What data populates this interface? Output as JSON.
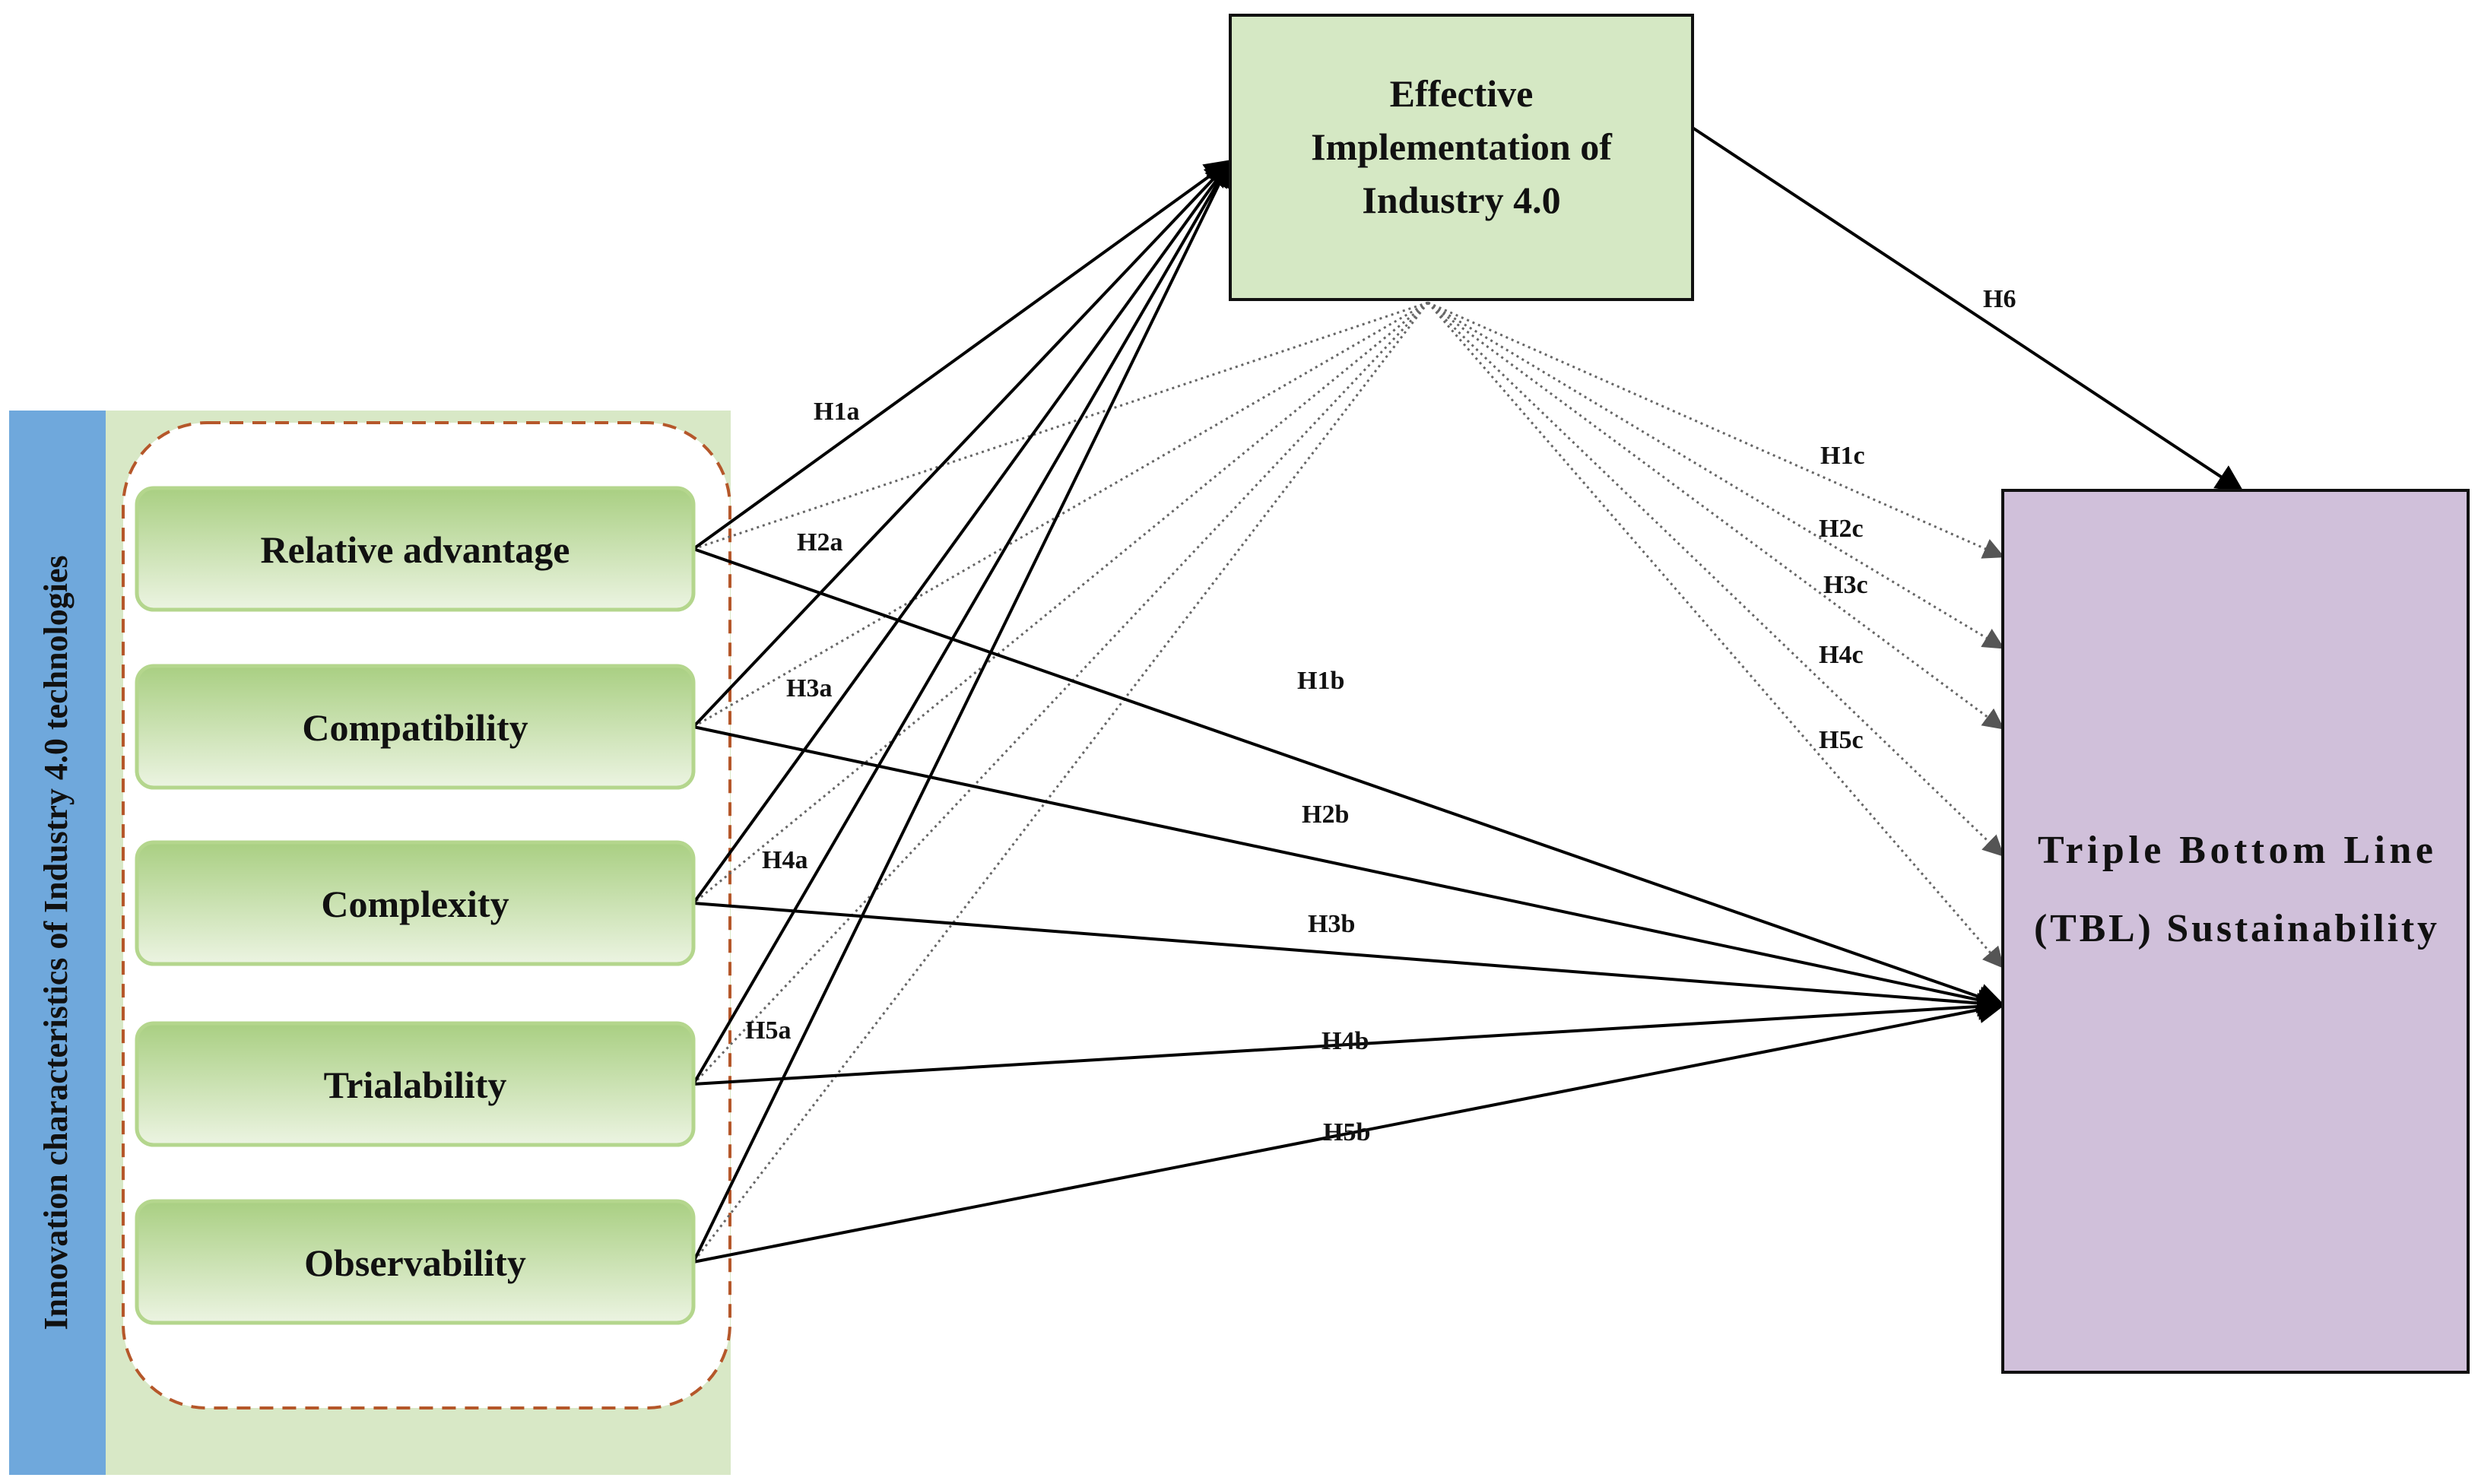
{
  "side_label": "Innovation characteristics of Industry 4.0 technologies",
  "characteristics": [
    {
      "key": "ra",
      "label": "Relative advantage"
    },
    {
      "key": "cp",
      "label": "Compatibility"
    },
    {
      "key": "cx",
      "label": "Complexity"
    },
    {
      "key": "tr",
      "label": "Trialability"
    },
    {
      "key": "ob",
      "label": "Observability"
    }
  ],
  "mediator": {
    "lines": [
      "Effective",
      "Implementation of",
      "Industry 4.0"
    ]
  },
  "outcome": {
    "lines": [
      "Triple Bottom Line",
      "(TBL) Sustainability"
    ]
  },
  "hypotheses": {
    "a": [
      "H1a",
      "H2a",
      "H3a",
      "H4a",
      "H5a"
    ],
    "b": [
      "H1b",
      "H2b",
      "H3b",
      "H4b",
      "H5b"
    ],
    "c": [
      "H1c",
      "H2c",
      "H3c",
      "H4c",
      "H5c"
    ],
    "h6": "H6"
  },
  "colors": {
    "side_bar": "#6fa8dc",
    "side_panel": "#d8e8c6",
    "dashed_border": "#b5572a",
    "box_fill_top": "#a9cf82",
    "box_fill_bottom": "#ecf4e2",
    "box_border": "#b4d68d",
    "mediator_fill": "#d5e8c4",
    "outcome_fill": "#d0c0da",
    "solid_arrow": "#000000",
    "dotted_arrow": "#666666"
  }
}
